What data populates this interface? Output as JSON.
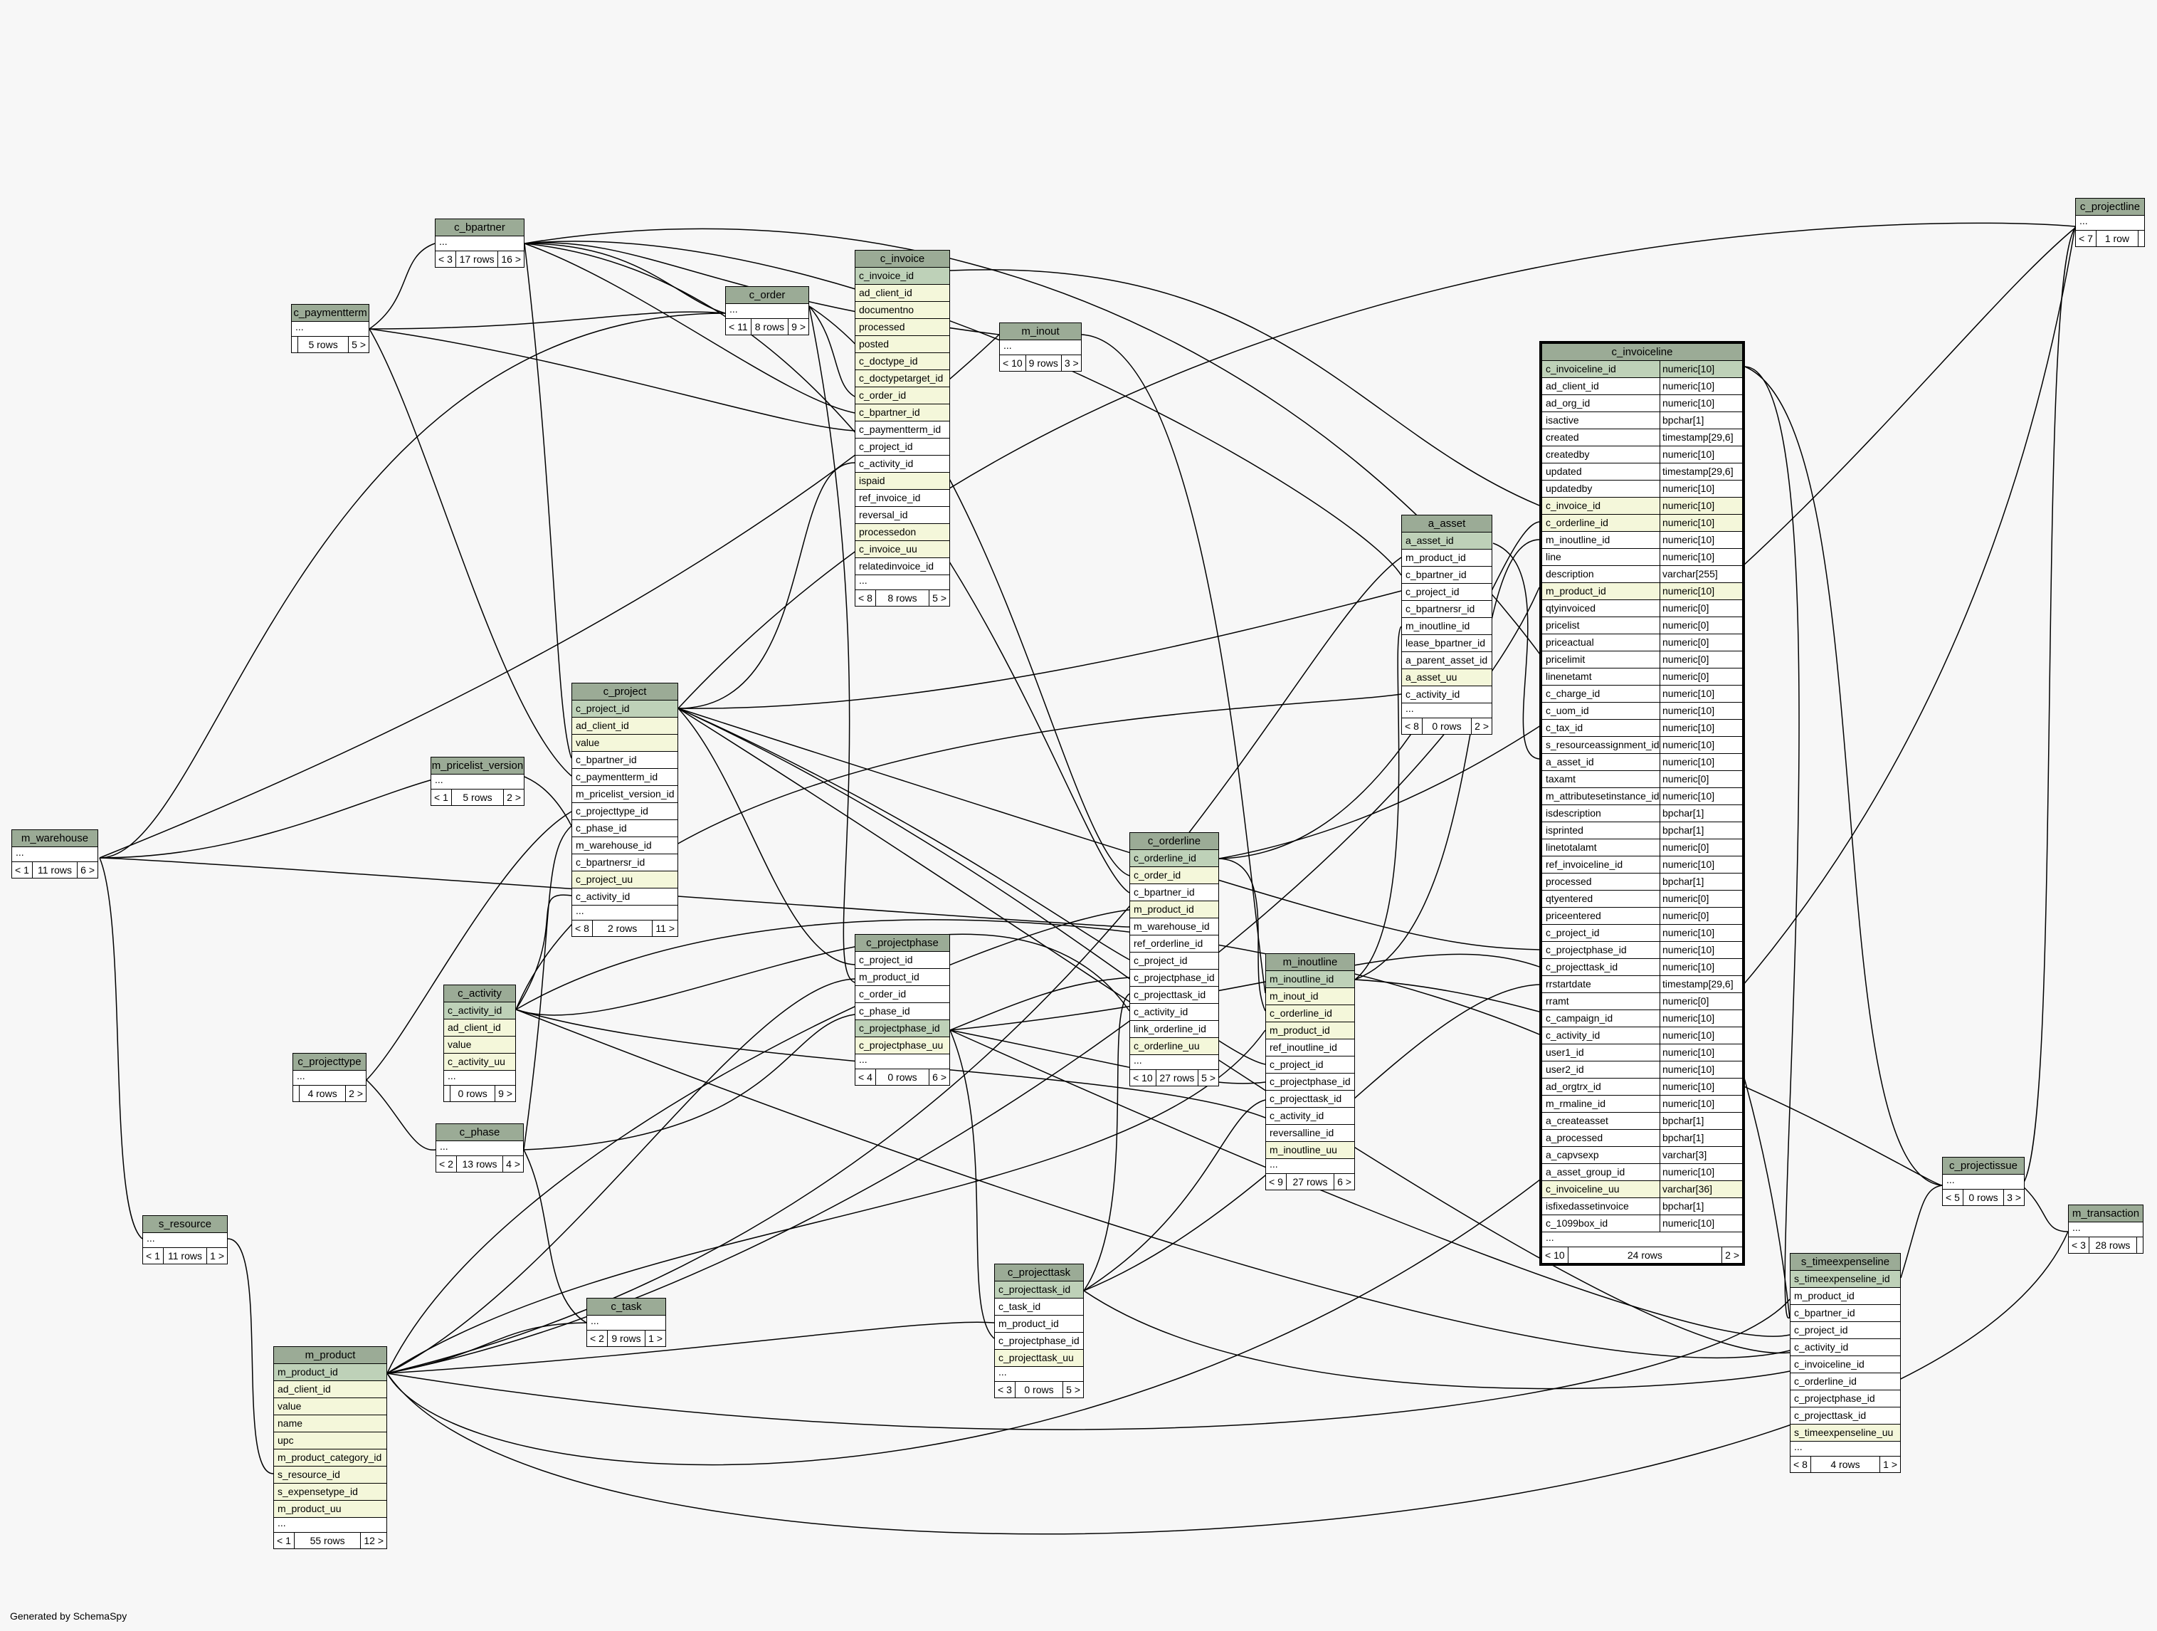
{
  "credit": "Generated by SchemaSpy",
  "tables": [
    {
      "id": "c_bpartner",
      "columns": [],
      "footer": [
        "< 3",
        "17 rows",
        "16 >"
      ]
    },
    {
      "id": "c_paymentterm",
      "columns": [],
      "footer": [
        "",
        "5 rows",
        "5 >"
      ]
    },
    {
      "id": "c_order",
      "columns": [],
      "footer": [
        "< 11",
        "8 rows",
        "9 >"
      ]
    },
    {
      "id": "c_invoice",
      "columns": [
        {
          "name": "c_invoice_id",
          "kind": "pk"
        },
        {
          "name": "ad_client_id",
          "kind": "idx"
        },
        {
          "name": "documentno",
          "kind": "idx"
        },
        {
          "name": "processed",
          "kind": "idx"
        },
        {
          "name": "posted",
          "kind": "idx"
        },
        {
          "name": "c_doctype_id",
          "kind": "idx"
        },
        {
          "name": "c_doctypetarget_id",
          "kind": "idx"
        },
        {
          "name": "c_order_id",
          "kind": "idx"
        },
        {
          "name": "c_bpartner_id",
          "kind": "idx"
        },
        {
          "name": "c_paymentterm_id",
          "kind": ""
        },
        {
          "name": "c_project_id",
          "kind": ""
        },
        {
          "name": "c_activity_id",
          "kind": ""
        },
        {
          "name": "ispaid",
          "kind": "idx"
        },
        {
          "name": "ref_invoice_id",
          "kind": ""
        },
        {
          "name": "reversal_id",
          "kind": ""
        },
        {
          "name": "processedon",
          "kind": "idx"
        },
        {
          "name": "c_invoice_uu",
          "kind": "idx"
        },
        {
          "name": "relatedinvoice_id",
          "kind": ""
        }
      ],
      "footer": [
        "< 8",
        "8 rows",
        "5 >"
      ]
    },
    {
      "id": "m_inout",
      "columns": [],
      "footer": [
        "< 10",
        "9 rows",
        "3 >"
      ]
    },
    {
      "id": "m_pricelist_version",
      "columns": [],
      "footer": [
        "< 1",
        "5 rows",
        "2 >"
      ]
    },
    {
      "id": "m_warehouse",
      "columns": [],
      "footer": [
        "< 1",
        "11 rows",
        "6 >"
      ]
    },
    {
      "id": "c_project",
      "columns": [
        {
          "name": "c_project_id",
          "kind": "pk"
        },
        {
          "name": "ad_client_id",
          "kind": "idx"
        },
        {
          "name": "value",
          "kind": "idx"
        },
        {
          "name": "c_bpartner_id",
          "kind": ""
        },
        {
          "name": "c_paymentterm_id",
          "kind": ""
        },
        {
          "name": "m_pricelist_version_id",
          "kind": ""
        },
        {
          "name": "c_projecttype_id",
          "kind": ""
        },
        {
          "name": "c_phase_id",
          "kind": ""
        },
        {
          "name": "m_warehouse_id",
          "kind": ""
        },
        {
          "name": "c_bpartnersr_id",
          "kind": ""
        },
        {
          "name": "c_project_uu",
          "kind": "idx"
        },
        {
          "name": "c_activity_id",
          "kind": ""
        }
      ],
      "footer": [
        "< 8",
        "2 rows",
        "11 >"
      ]
    },
    {
      "id": "c_activity",
      "columns": [
        {
          "name": "c_activity_id",
          "kind": "pk"
        },
        {
          "name": "ad_client_id",
          "kind": "idx"
        },
        {
          "name": "value",
          "kind": "idx"
        },
        {
          "name": "c_activity_uu",
          "kind": "idx"
        }
      ],
      "footer": [
        "",
        "0 rows",
        "9 >"
      ]
    },
    {
      "id": "c_projecttype",
      "columns": [],
      "footer": [
        "",
        "4 rows",
        "2 >"
      ]
    },
    {
      "id": "c_phase",
      "columns": [],
      "footer": [
        "< 2",
        "13 rows",
        "4 >"
      ]
    },
    {
      "id": "s_resource",
      "columns": [],
      "footer": [
        "< 1",
        "11 rows",
        "1 >"
      ]
    },
    {
      "id": "c_task",
      "columns": [],
      "footer": [
        "< 2",
        "9 rows",
        "1 >"
      ]
    },
    {
      "id": "m_product",
      "columns": [
        {
          "name": "m_product_id",
          "kind": "pk"
        },
        {
          "name": "ad_client_id",
          "kind": "idx"
        },
        {
          "name": "value",
          "kind": "idx"
        },
        {
          "name": "name",
          "kind": "idx"
        },
        {
          "name": "upc",
          "kind": "idx"
        },
        {
          "name": "m_product_category_id",
          "kind": "idx"
        },
        {
          "name": "s_resource_id",
          "kind": "idx"
        },
        {
          "name": "s_expensetype_id",
          "kind": "idx"
        },
        {
          "name": "m_product_uu",
          "kind": "idx"
        }
      ],
      "footer": [
        "< 1",
        "55 rows",
        "12 >"
      ]
    },
    {
      "id": "c_projectphase",
      "columns": [
        {
          "name": "c_project_id",
          "kind": ""
        },
        {
          "name": "m_product_id",
          "kind": ""
        },
        {
          "name": "c_order_id",
          "kind": ""
        },
        {
          "name": "c_phase_id",
          "kind": ""
        },
        {
          "name": "c_projectphase_id",
          "kind": "pk"
        },
        {
          "name": "c_projectphase_uu",
          "kind": "idx"
        }
      ],
      "footer": [
        "< 4",
        "0 rows",
        "6 >"
      ]
    },
    {
      "id": "c_projecttask",
      "columns": [
        {
          "name": "c_projecttask_id",
          "kind": "pk"
        },
        {
          "name": "c_task_id",
          "kind": ""
        },
        {
          "name": "m_product_id",
          "kind": ""
        },
        {
          "name": "c_projectphase_id",
          "kind": ""
        },
        {
          "name": "c_projecttask_uu",
          "kind": "idx"
        }
      ],
      "footer": [
        "< 3",
        "0 rows",
        "5 >"
      ]
    },
    {
      "id": "c_orderline",
      "columns": [
        {
          "name": "c_orderline_id",
          "kind": "pk"
        },
        {
          "name": "c_order_id",
          "kind": "idx"
        },
        {
          "name": "c_bpartner_id",
          "kind": ""
        },
        {
          "name": "m_product_id",
          "kind": "idx"
        },
        {
          "name": "m_warehouse_id",
          "kind": ""
        },
        {
          "name": "ref_orderline_id",
          "kind": ""
        },
        {
          "name": "c_project_id",
          "kind": ""
        },
        {
          "name": "c_projectphase_id",
          "kind": ""
        },
        {
          "name": "c_projecttask_id",
          "kind": ""
        },
        {
          "name": "c_activity_id",
          "kind": ""
        },
        {
          "name": "link_orderline_id",
          "kind": ""
        },
        {
          "name": "c_orderline_uu",
          "kind": "idx"
        }
      ],
      "footer": [
        "< 10",
        "27 rows",
        "5 >"
      ]
    },
    {
      "id": "m_inoutline",
      "columns": [
        {
          "name": "m_inoutline_id",
          "kind": "pk"
        },
        {
          "name": "m_inout_id",
          "kind": "idx"
        },
        {
          "name": "c_orderline_id",
          "kind": "idx"
        },
        {
          "name": "m_product_id",
          "kind": "idx"
        },
        {
          "name": "ref_inoutline_id",
          "kind": ""
        },
        {
          "name": "c_project_id",
          "kind": ""
        },
        {
          "name": "c_projectphase_id",
          "kind": ""
        },
        {
          "name": "c_projecttask_id",
          "kind": ""
        },
        {
          "name": "c_activity_id",
          "kind": ""
        },
        {
          "name": "reversalline_id",
          "kind": ""
        },
        {
          "name": "m_inoutline_uu",
          "kind": "idx"
        }
      ],
      "footer": [
        "< 9",
        "27 rows",
        "6 >"
      ]
    },
    {
      "id": "a_asset",
      "columns": [
        {
          "name": "a_asset_id",
          "kind": "pk"
        },
        {
          "name": "m_product_id",
          "kind": ""
        },
        {
          "name": "c_bpartner_id",
          "kind": ""
        },
        {
          "name": "c_project_id",
          "kind": ""
        },
        {
          "name": "c_bpartnersr_id",
          "kind": ""
        },
        {
          "name": "m_inoutline_id",
          "kind": ""
        },
        {
          "name": "lease_bpartner_id",
          "kind": ""
        },
        {
          "name": "a_parent_asset_id",
          "kind": ""
        },
        {
          "name": "a_asset_uu",
          "kind": "idx"
        },
        {
          "name": "c_activity_id",
          "kind": ""
        }
      ],
      "footer": [
        "< 8",
        "0 rows",
        "2 >"
      ]
    },
    {
      "id": "c_invoiceline",
      "focus": true,
      "columns": [
        {
          "name": "c_invoiceline_id",
          "type": "numeric[10]",
          "kind": "pk"
        },
        {
          "name": "ad_client_id",
          "type": "numeric[10]",
          "kind": ""
        },
        {
          "name": "ad_org_id",
          "type": "numeric[10]",
          "kind": ""
        },
        {
          "name": "isactive",
          "type": "bpchar[1]",
          "kind": ""
        },
        {
          "name": "created",
          "type": "timestamp[29,6]",
          "kind": ""
        },
        {
          "name": "createdby",
          "type": "numeric[10]",
          "kind": ""
        },
        {
          "name": "updated",
          "type": "timestamp[29,6]",
          "kind": ""
        },
        {
          "name": "updatedby",
          "type": "numeric[10]",
          "kind": ""
        },
        {
          "name": "c_invoice_id",
          "type": "numeric[10]",
          "kind": "idx"
        },
        {
          "name": "c_orderline_id",
          "type": "numeric[10]",
          "kind": "idx"
        },
        {
          "name": "m_inoutline_id",
          "type": "numeric[10]",
          "kind": ""
        },
        {
          "name": "line",
          "type": "numeric[10]",
          "kind": ""
        },
        {
          "name": "description",
          "type": "varchar[255]",
          "kind": ""
        },
        {
          "name": "m_product_id",
          "type": "numeric[10]",
          "kind": "idx"
        },
        {
          "name": "qtyinvoiced",
          "type": "numeric[0]",
          "kind": ""
        },
        {
          "name": "pricelist",
          "type": "numeric[0]",
          "kind": ""
        },
        {
          "name": "priceactual",
          "type": "numeric[0]",
          "kind": ""
        },
        {
          "name": "pricelimit",
          "type": "numeric[0]",
          "kind": ""
        },
        {
          "name": "linenetamt",
          "type": "numeric[0]",
          "kind": ""
        },
        {
          "name": "c_charge_id",
          "type": "numeric[10]",
          "kind": ""
        },
        {
          "name": "c_uom_id",
          "type": "numeric[10]",
          "kind": ""
        },
        {
          "name": "c_tax_id",
          "type": "numeric[10]",
          "kind": ""
        },
        {
          "name": "s_resourceassignment_id",
          "type": "numeric[10]",
          "kind": ""
        },
        {
          "name": "a_asset_id",
          "type": "numeric[10]",
          "kind": ""
        },
        {
          "name": "taxamt",
          "type": "numeric[0]",
          "kind": ""
        },
        {
          "name": "m_attributesetinstance_id",
          "type": "numeric[10]",
          "kind": ""
        },
        {
          "name": "isdescription",
          "type": "bpchar[1]",
          "kind": ""
        },
        {
          "name": "isprinted",
          "type": "bpchar[1]",
          "kind": ""
        },
        {
          "name": "linetotalamt",
          "type": "numeric[0]",
          "kind": ""
        },
        {
          "name": "ref_invoiceline_id",
          "type": "numeric[10]",
          "kind": ""
        },
        {
          "name": "processed",
          "type": "bpchar[1]",
          "kind": ""
        },
        {
          "name": "qtyentered",
          "type": "numeric[0]",
          "kind": ""
        },
        {
          "name": "priceentered",
          "type": "numeric[0]",
          "kind": ""
        },
        {
          "name": "c_project_id",
          "type": "numeric[10]",
          "kind": ""
        },
        {
          "name": "c_projectphase_id",
          "type": "numeric[10]",
          "kind": ""
        },
        {
          "name": "c_projecttask_id",
          "type": "numeric[10]",
          "kind": ""
        },
        {
          "name": "rrstartdate",
          "type": "timestamp[29,6]",
          "kind": ""
        },
        {
          "name": "rramt",
          "type": "numeric[0]",
          "kind": ""
        },
        {
          "name": "c_campaign_id",
          "type": "numeric[10]",
          "kind": ""
        },
        {
          "name": "c_activity_id",
          "type": "numeric[10]",
          "kind": ""
        },
        {
          "name": "user1_id",
          "type": "numeric[10]",
          "kind": ""
        },
        {
          "name": "user2_id",
          "type": "numeric[10]",
          "kind": ""
        },
        {
          "name": "ad_orgtrx_id",
          "type": "numeric[10]",
          "kind": ""
        },
        {
          "name": "m_rmaline_id",
          "type": "numeric[10]",
          "kind": ""
        },
        {
          "name": "a_createasset",
          "type": "bpchar[1]",
          "kind": ""
        },
        {
          "name": "a_processed",
          "type": "bpchar[1]",
          "kind": ""
        },
        {
          "name": "a_capvsexp",
          "type": "varchar[3]",
          "kind": ""
        },
        {
          "name": "a_asset_group_id",
          "type": "numeric[10]",
          "kind": ""
        },
        {
          "name": "c_invoiceline_uu",
          "type": "varchar[36]",
          "kind": "idx"
        },
        {
          "name": "isfixedassetinvoice",
          "type": "bpchar[1]",
          "kind": ""
        },
        {
          "name": "c_1099box_id",
          "type": "numeric[10]",
          "kind": ""
        }
      ],
      "footer": [
        "< 10",
        "24 rows",
        "2 >"
      ]
    },
    {
      "id": "c_projectline",
      "columns": [],
      "footer": [
        "< 7",
        "1 row",
        ""
      ]
    },
    {
      "id": "c_projectissue",
      "columns": [],
      "footer": [
        "< 5",
        "0 rows",
        "3 >"
      ]
    },
    {
      "id": "m_transaction",
      "columns": [],
      "footer": [
        "< 3",
        "28 rows",
        ""
      ]
    },
    {
      "id": "s_timeexpenseline",
      "columns": [
        {
          "name": "s_timeexpenseline_id",
          "kind": "pk"
        },
        {
          "name": "m_product_id",
          "kind": ""
        },
        {
          "name": "c_bpartner_id",
          "kind": ""
        },
        {
          "name": "c_project_id",
          "kind": ""
        },
        {
          "name": "c_activity_id",
          "kind": ""
        },
        {
          "name": "c_invoiceline_id",
          "kind": ""
        },
        {
          "name": "c_orderline_id",
          "kind": ""
        },
        {
          "name": "c_projectphase_id",
          "kind": ""
        },
        {
          "name": "c_projecttask_id",
          "kind": ""
        },
        {
          "name": "s_timeexpenseline_uu",
          "kind": "idx"
        }
      ],
      "footer": [
        "< 8",
        "4 rows",
        "1 >"
      ]
    }
  ]
}
